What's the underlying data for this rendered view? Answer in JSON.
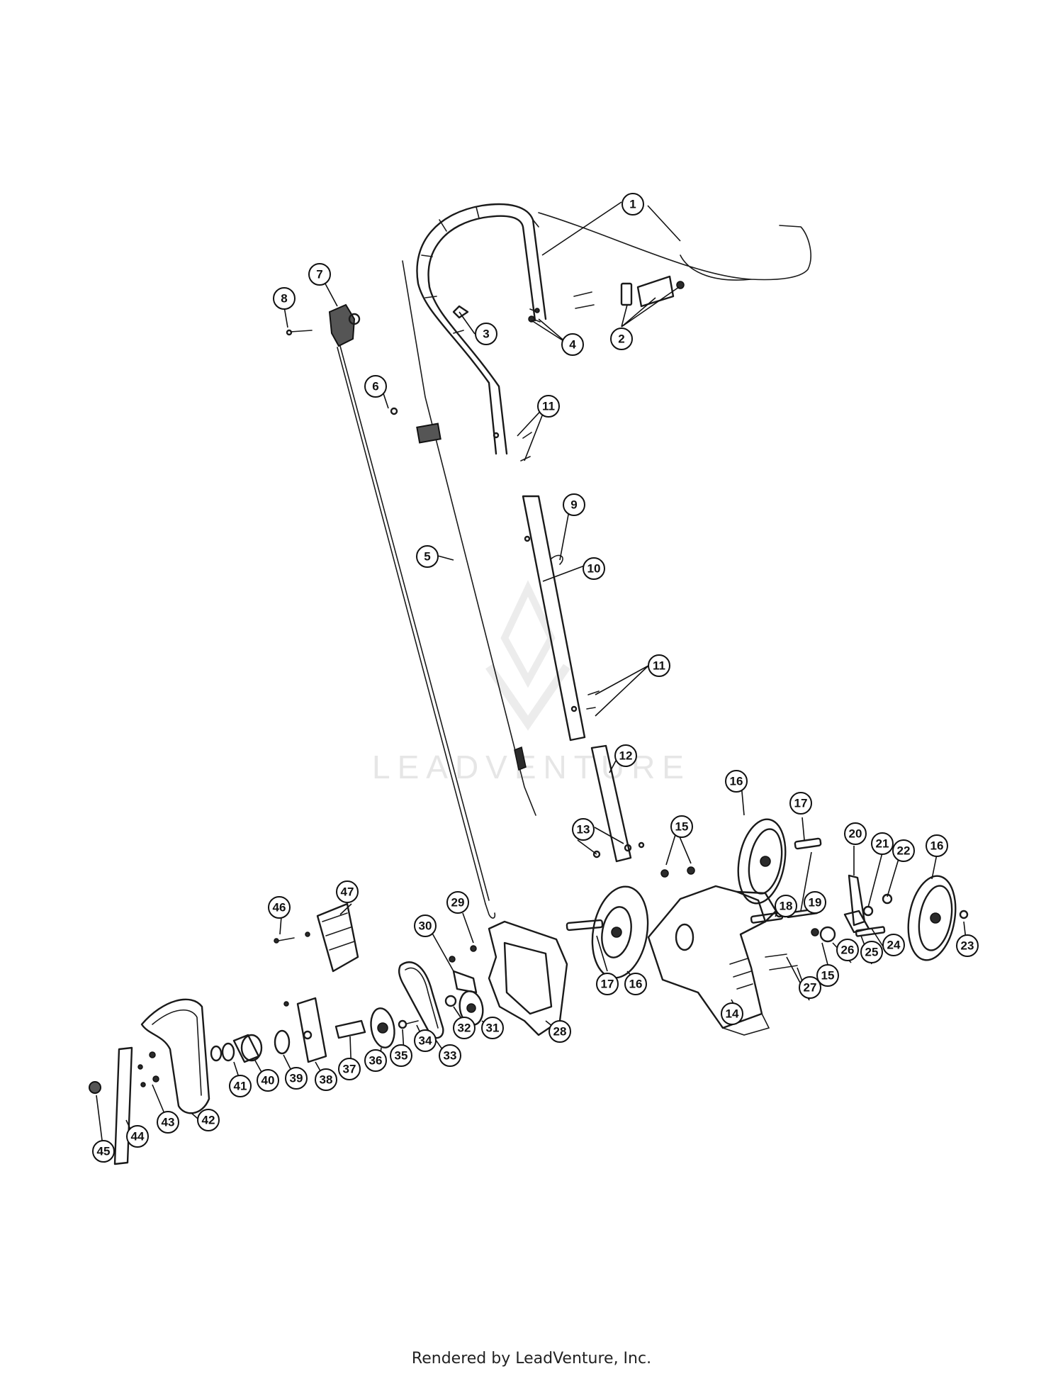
{
  "watermark": {
    "text": "LEADVENTURE"
  },
  "footer": {
    "text": "Rendered by LeadVenture, Inc."
  },
  "callouts": [
    "1",
    "2",
    "2",
    "2",
    "3",
    "4",
    "4",
    "5",
    "6",
    "7",
    "8",
    "9",
    "10",
    "11",
    "11",
    "12",
    "13",
    "14",
    "15",
    "15",
    "16",
    "16",
    "16",
    "17",
    "17",
    "18",
    "19",
    "20",
    "21",
    "22",
    "23",
    "24",
    "25",
    "26",
    "27",
    "28",
    "29",
    "30",
    "31",
    "32",
    "33",
    "34",
    "35",
    "36",
    "37",
    "38",
    "39",
    "40",
    "41",
    "42",
    "43",
    "44",
    "45",
    "46",
    "47"
  ]
}
